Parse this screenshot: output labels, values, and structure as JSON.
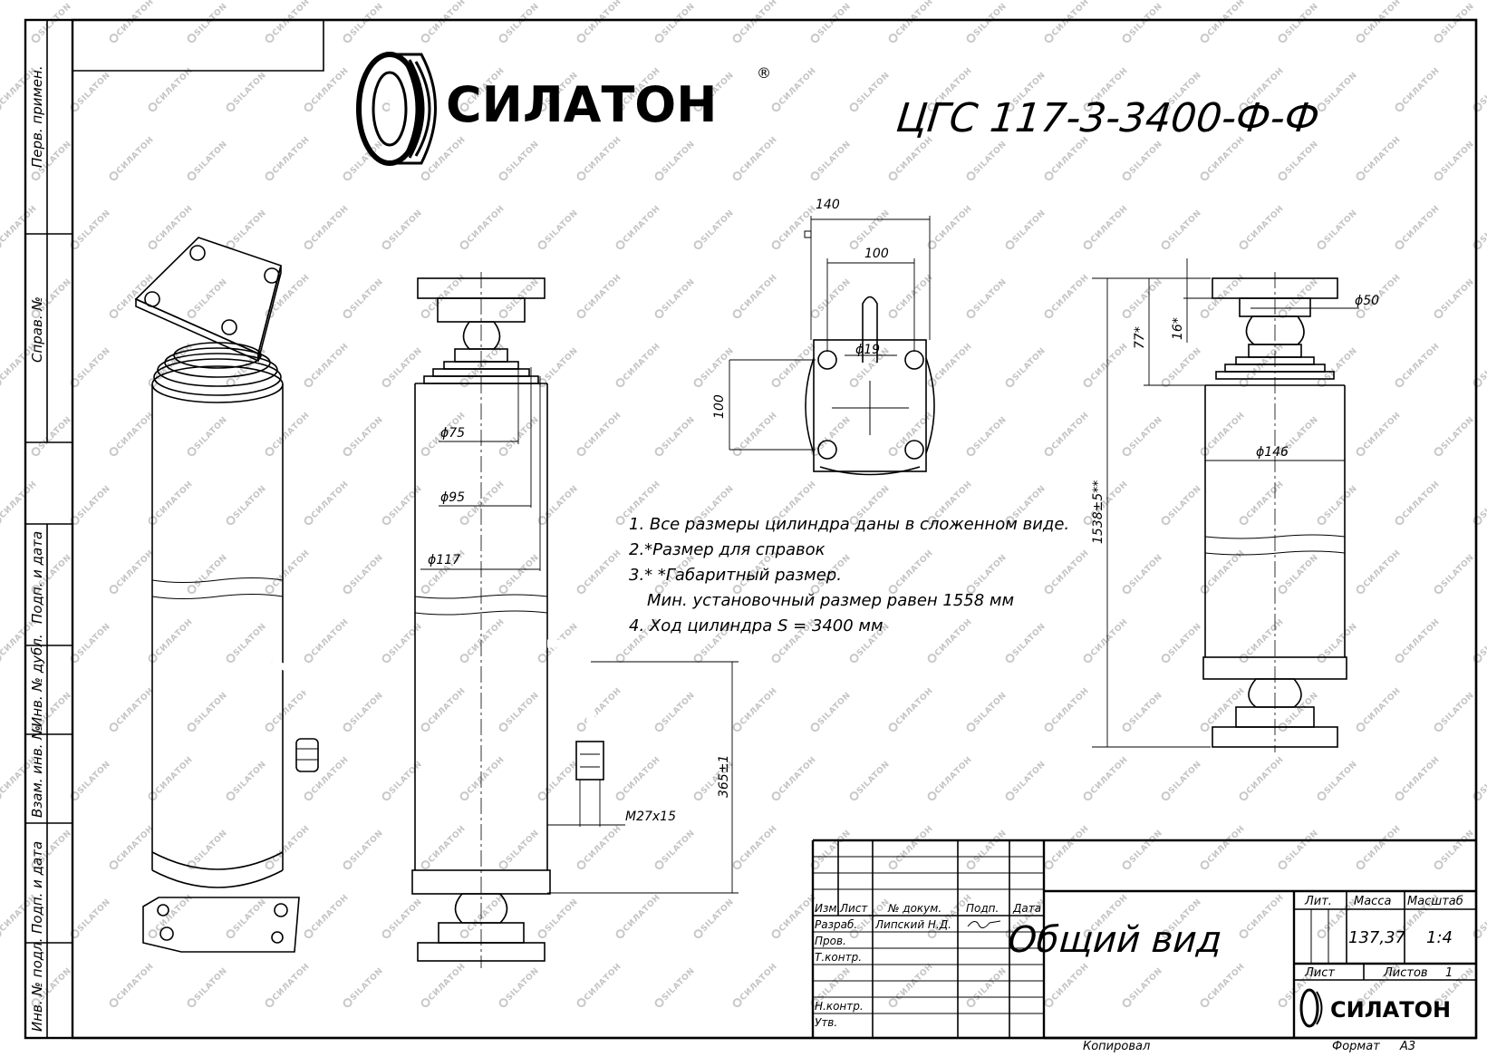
{
  "brand": {
    "name": "СИЛАТОН",
    "registered_mark": "®",
    "watermark_text": "SILATON",
    "watermark_text_alt": "СИЛАТОН"
  },
  "drawing": {
    "designation": "ЦГС 117-3-3400-Ф-Ф",
    "notes": [
      "1. Все размеры цилиндра даны в сложенном виде.",
      "2.*Размер для справок",
      "3.* *Габаритный размер.",
      "Мин. установочный размер равен 1558 мм",
      "4. Ход цилиндра S = 3400 мм"
    ],
    "dimensions": {
      "flange_square": "140",
      "bolt_spacing_h": "100",
      "bolt_spacing_v": "100",
      "port_dia": "ϕ19",
      "rod_dia_1": "ϕ75",
      "rod_dia_2": "ϕ95",
      "rod_dia_3": "ϕ117",
      "port_thread": "M27x15",
      "port_position": "365±1",
      "overall_length": "1538±5**",
      "head_height": "77*",
      "flange_thickness": "16*",
      "ball_dia": "ϕ50",
      "body_dia": "ϕ146"
    }
  },
  "left_margin": {
    "labels": [
      "Перв. примен.",
      "Справ. №",
      "Подп. и дата",
      "Инв. № дубл.",
      "Взам. инв. №",
      "Подп. и дата",
      "Инв. № подл."
    ]
  },
  "title_block": {
    "headers": {
      "izm": "Изм.",
      "list": "Лист",
      "doc_no": "№ докум.",
      "podp": "Подп.",
      "data": "Дата"
    },
    "roles": [
      "Разраб.",
      "Пров.",
      "Т.контр.",
      "Н.контр.",
      "Утв."
    ],
    "developer": "Липский Н.Д.",
    "title": "Общий вид",
    "lit_label": "Лит.",
    "mass_label": "Масса",
    "scale_label": "Масштаб",
    "mass": "137,37",
    "scale": "1:4",
    "sheet_label": "Лист",
    "sheets_label": "Листов",
    "sheets_count": "1",
    "copied_label": "Копировал",
    "format_label": "Формат",
    "format_value": "А3"
  }
}
